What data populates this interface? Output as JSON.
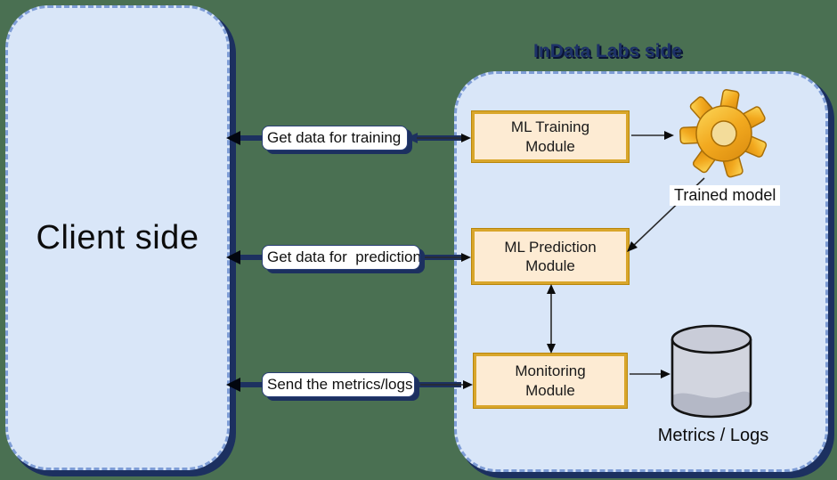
{
  "colors": {
    "background": "#4a7052",
    "panel_fill": "#d9e6f8",
    "panel_border": "#7e9dd6",
    "shadow_navy": "#1c3060",
    "module_fill": "#fdebd3",
    "module_border": "#d9a62b",
    "gear_gold": "#f2a91f",
    "cylinder_gray": "#d2d5df"
  },
  "client_panel": {
    "label": "Client side"
  },
  "indata_panel": {
    "title": "InData Labs side"
  },
  "modules": {
    "training": {
      "label": "ML Training Module"
    },
    "prediction": {
      "label": "ML Prediction Module"
    },
    "monitoring": {
      "label": "Monitoring Module"
    }
  },
  "flows": {
    "training": {
      "label": "Get data for training"
    },
    "prediction": {
      "label": "Get data for  prediction"
    },
    "metrics": {
      "label": "Send the metrics/logs"
    }
  },
  "artifacts": {
    "trained_model": {
      "label": "Trained model"
    },
    "metrics_store": {
      "label": "Metrics / Logs"
    }
  }
}
